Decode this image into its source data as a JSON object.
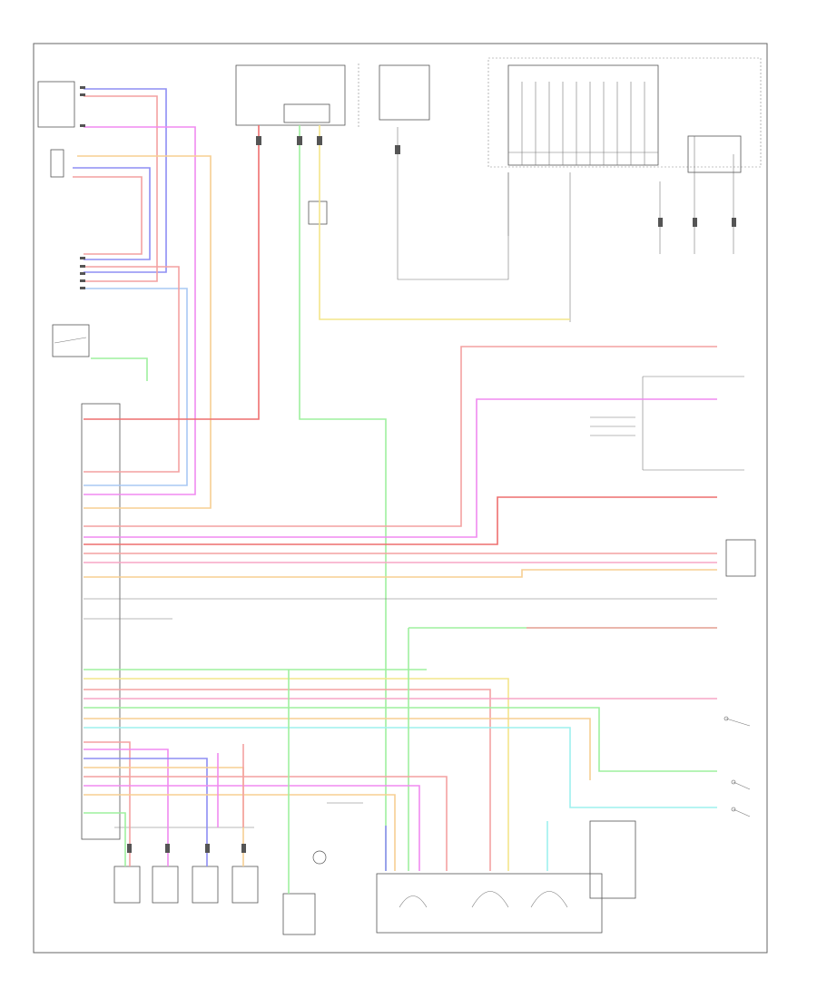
{
  "colors": {
    "red": "#f4a1a1",
    "red_dark": "#ee6f6f",
    "pink": "#f7a6c6",
    "magenta": "#f08af0",
    "blue": "#8e8ef4",
    "lightblue": "#a8c8f4",
    "green": "#9ef09e",
    "yellow": "#f4e58a",
    "orange": "#f7cf92",
    "cyan": "#9ef0ee",
    "gray": "#c8c8c8",
    "line": "#555555"
  },
  "icons": [
    "ground-symbol",
    "switch-symbol",
    "sensor-symbol",
    "connector-symbol",
    "solenoid-symbol"
  ]
}
